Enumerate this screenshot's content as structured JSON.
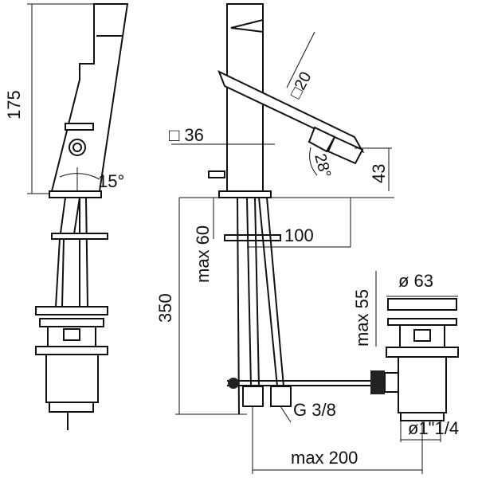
{
  "title": "Basin mixer technical drawing",
  "dimensions": {
    "height_total": "175",
    "tilt_angle": "15°",
    "body_square": "□ 36",
    "spout_square": "□20",
    "spout_angle": "28°",
    "spout_height": "43",
    "max_deck": "max 60",
    "hole": "100",
    "hose_length": "350",
    "drain_max": "max 55",
    "drain_diameter": "ø 63",
    "hose_thread": "G 3/8",
    "drain_thread": "ø1\"1/4",
    "max_distance": "max 200"
  }
}
